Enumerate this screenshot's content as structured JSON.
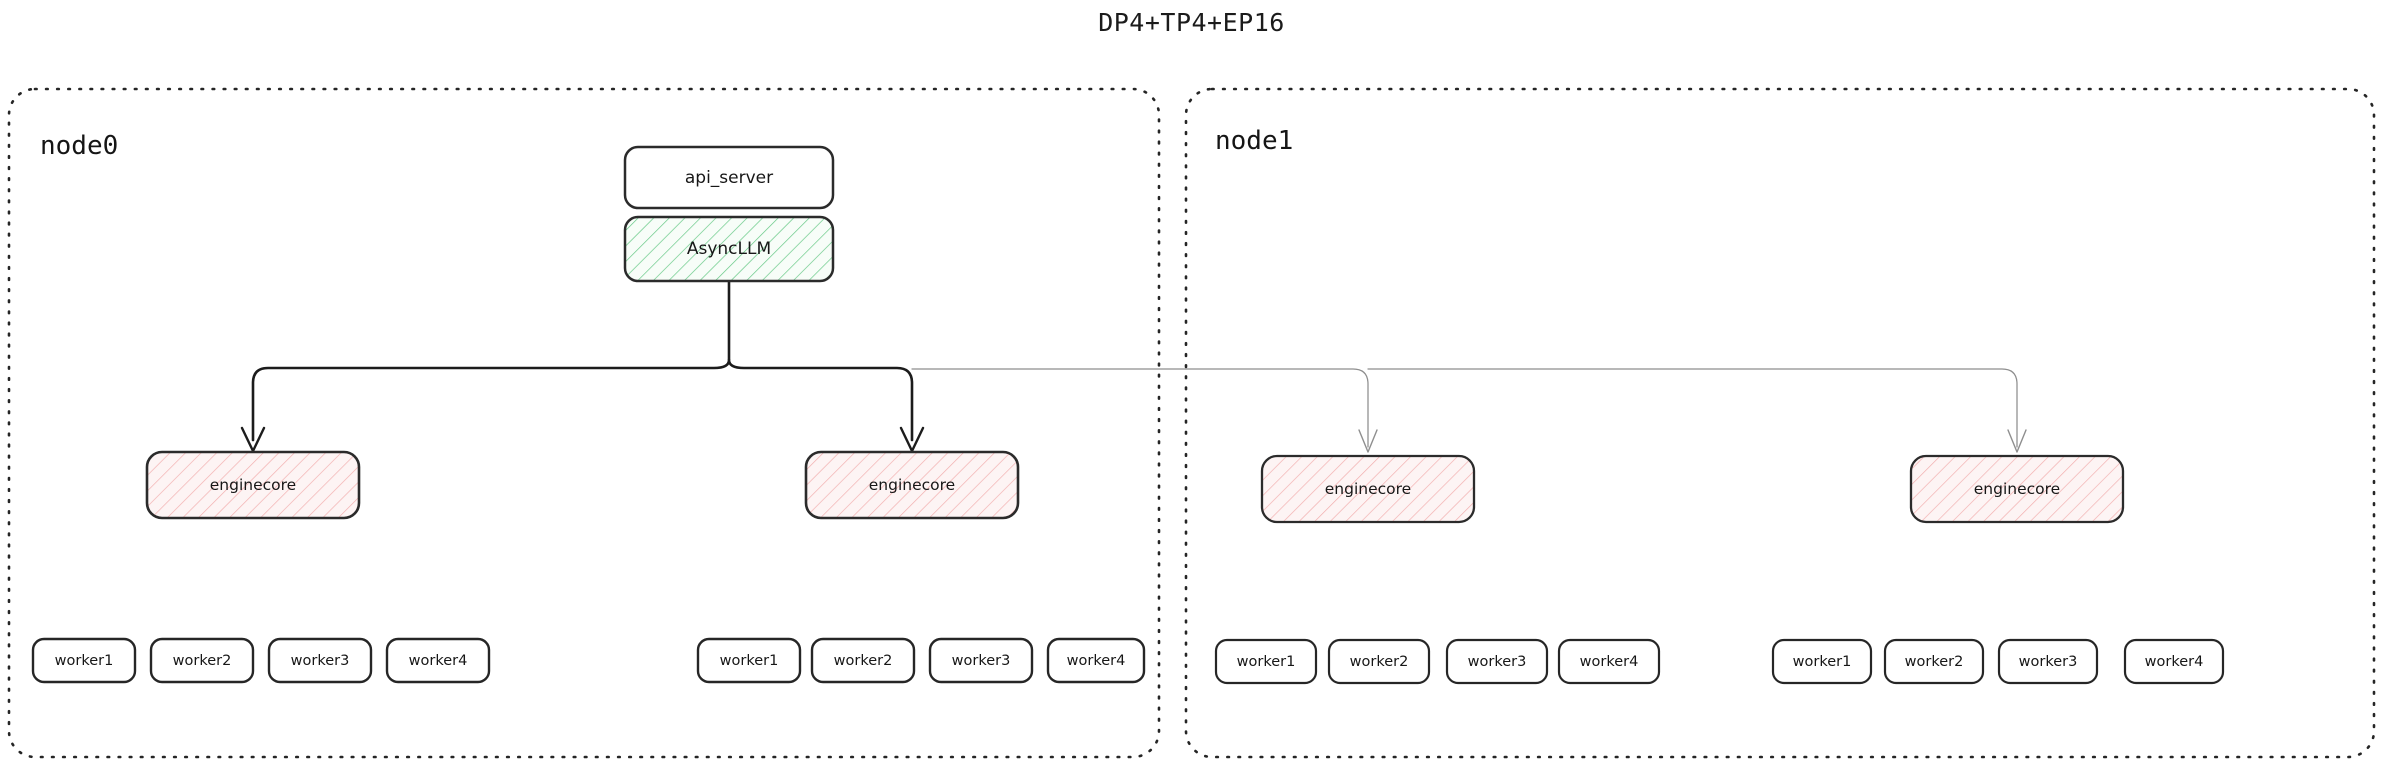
{
  "diagram": {
    "title": "DP4+TP4+EP16",
    "colors": {
      "node_border": "#2b2b2b",
      "box_border_strong": "#2b2b2b",
      "box_border_light": "#3a3a3a",
      "async_fill": "#f6fcf7",
      "async_hatch": "#5fc27e",
      "enginecore_fill": "#fdf3f3",
      "enginecore_hatch": "#f0a8a8",
      "edge_strong": "#1c1c1c",
      "edge_light": "#8e8e8e",
      "text": "#171717",
      "background": "#ffffff"
    },
    "nodes": [
      {
        "id": "node0",
        "label": "node0",
        "top_boxes": [
          {
            "id": "api_server",
            "label": "api_server",
            "style": "plain"
          },
          {
            "id": "async_llm",
            "label": "AsyncLLM",
            "style": "hatch-green"
          }
        ],
        "enginecores": [
          {
            "id": "n0-ec0",
            "label": "enginecore",
            "style": "hatch-red"
          },
          {
            "id": "n0-ec1",
            "label": "enginecore",
            "style": "hatch-red"
          }
        ],
        "worker_groups": [
          {
            "id": "n0-g0",
            "workers": [
              "worker1",
              "worker2",
              "worker3",
              "worker4"
            ]
          },
          {
            "id": "n0-g1",
            "workers": [
              "worker1",
              "worker2",
              "worker3",
              "worker4"
            ]
          }
        ]
      },
      {
        "id": "node1",
        "label": "node1",
        "top_boxes": [],
        "enginecores": [
          {
            "id": "n1-ec0",
            "label": "enginecore",
            "style": "hatch-red"
          },
          {
            "id": "n1-ec1",
            "label": "enginecore",
            "style": "hatch-red"
          }
        ],
        "worker_groups": [
          {
            "id": "n1-g0",
            "workers": [
              "worker1",
              "worker2",
              "worker3",
              "worker4"
            ]
          },
          {
            "id": "n1-g1",
            "workers": [
              "worker1",
              "worker2",
              "worker3",
              "worker4"
            ]
          }
        ]
      }
    ],
    "edges": [
      {
        "from": "async_llm",
        "to": "n0-ec0",
        "weight": "strong"
      },
      {
        "from": "async_llm",
        "to": "n0-ec1",
        "weight": "strong"
      },
      {
        "from": "async_llm",
        "to": "n1-ec0",
        "weight": "light"
      },
      {
        "from": "async_llm",
        "to": "n1-ec1",
        "weight": "light"
      }
    ]
  }
}
